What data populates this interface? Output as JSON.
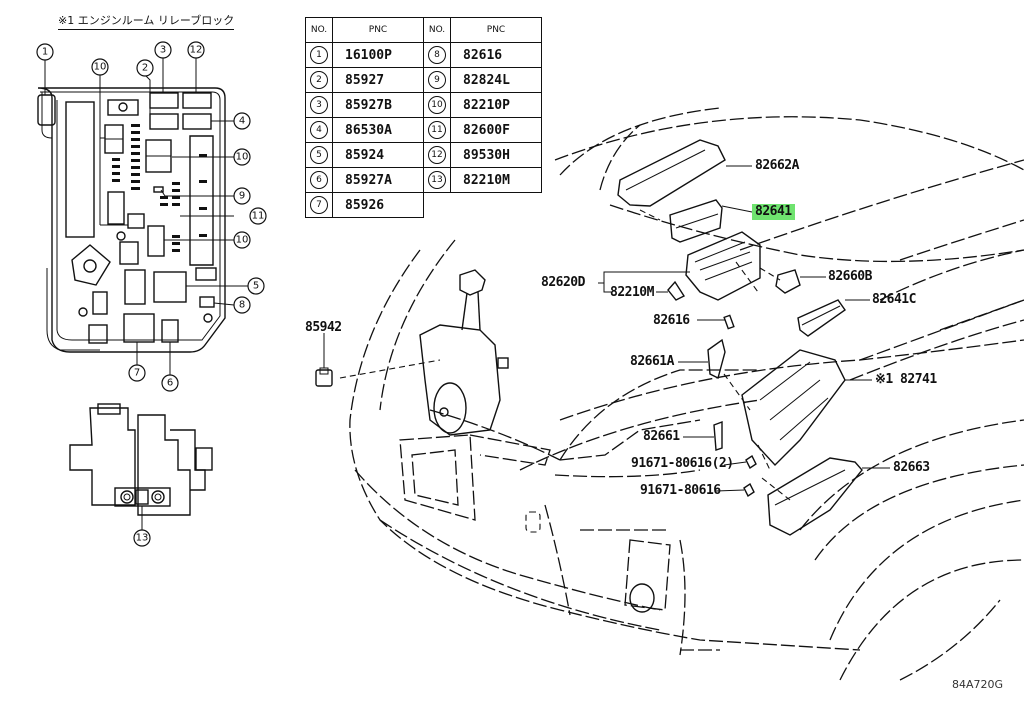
{
  "diagram": {
    "inset_title": "※1 エンジンルーム リレーブロック",
    "figure_code": "84A720G",
    "highlight_color": "#6fe36f",
    "table": {
      "headers": [
        "NO.",
        "PNC",
        "NO.",
        "PNC"
      ],
      "left": [
        {
          "no": "1",
          "pnc": "16100P"
        },
        {
          "no": "2",
          "pnc": "85927"
        },
        {
          "no": "3",
          "pnc": "85927B"
        },
        {
          "no": "4",
          "pnc": "86530A"
        },
        {
          "no": "5",
          "pnc": "85924"
        },
        {
          "no": "6",
          "pnc": "85927A"
        },
        {
          "no": "7",
          "pnc": "85926"
        }
      ],
      "right": [
        {
          "no": "8",
          "pnc": "82616"
        },
        {
          "no": "9",
          "pnc": "82824L"
        },
        {
          "no": "10",
          "pnc": "82210P"
        },
        {
          "no": "11",
          "pnc": "82600F"
        },
        {
          "no": "12",
          "pnc": "89530H"
        },
        {
          "no": "13",
          "pnc": "82210M"
        }
      ]
    },
    "relay_callouts": [
      "1",
      "10",
      "2",
      "3",
      "12",
      "4",
      "10",
      "9",
      "11",
      "10",
      "5",
      "8",
      "7",
      "6",
      "13"
    ],
    "part_labels": {
      "p82662A": "82662A",
      "p82641": "82641",
      "p82620D": "82620D",
      "p82210M": "82210M",
      "p82660B": "82660B",
      "p82641C": "82641C",
      "p82616": "82616",
      "p85942": "85942",
      "p82661A": "82661A",
      "p82741": "※1 82741",
      "p82661": "82661",
      "p91671_2": "91671-80616(2)",
      "p91671": "91671-80616",
      "p82663": "82663"
    }
  }
}
